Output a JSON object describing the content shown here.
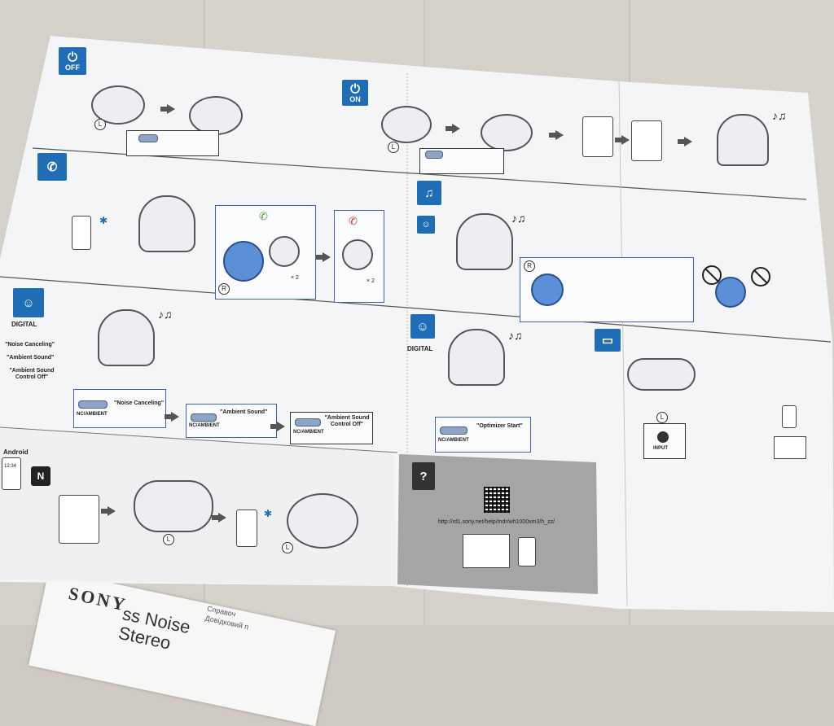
{
  "sections": {
    "power_off": {
      "badge_label": "OFF",
      "icon": "power-icon"
    },
    "power_on": {
      "badge_label": "ON",
      "icon": "power-icon"
    },
    "call": {
      "icon": "phone-icon",
      "count_answer": "× 2",
      "count_end": "× 2"
    },
    "nc": {
      "badge_label": "DIGITAL",
      "modes": [
        "\"Noise Canceling\"",
        "\"Ambient Sound\"",
        "\"Ambient Sound Control Off\""
      ],
      "button_label": "NC/AMBIENT",
      "steps": [
        "\"Noise Canceling\"",
        "\"Ambient Sound\"",
        "\"Ambient Sound Control Off\""
      ]
    },
    "optimizer": {
      "badge_label": "DIGITAL",
      "button_label": "NC/AMBIENT",
      "step": "\"Optimizer Start\""
    },
    "cable": {
      "input_label": "INPUT"
    },
    "nfc": {
      "title": "Android",
      "clock": "12:34"
    },
    "help": {
      "icon": "help-icon",
      "url": "http://rd1.sony.net/help/mdr/wh1000xm3/h_zz/"
    },
    "marks": {
      "left": "L",
      "right": "R"
    }
  },
  "booklet": {
    "brand": "SONY",
    "title_line1": "ss Noise",
    "title_line2": "Stereo",
    "small_1": "Справоч",
    "small_2": "Довідковий п"
  },
  "colors": {
    "accent": "#1f6db5",
    "frame": "#3f62a8",
    "paper": "#f4f5f7"
  }
}
